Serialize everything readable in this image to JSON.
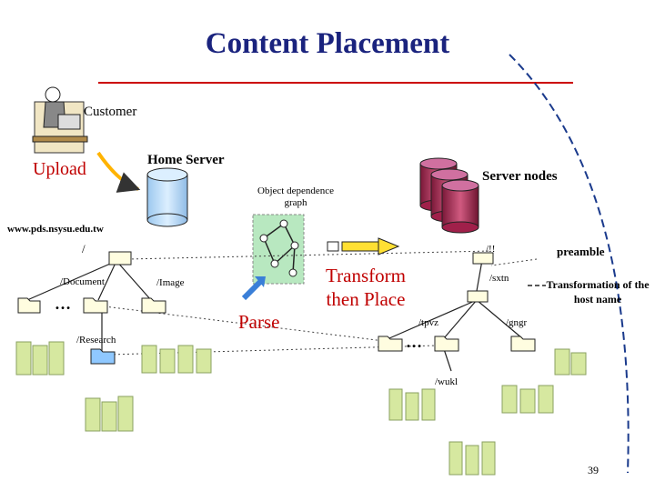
{
  "title": "Content Placement",
  "labels": {
    "customer": "Customer",
    "upload": "Upload",
    "home_server": "Home Server",
    "object_graph": "Object dependence graph",
    "server_nodes": "Server nodes",
    "domain": "www.pds.nsysu.edu.tw",
    "root": "/",
    "document": "/Document",
    "image": "/Image",
    "research": "/Research",
    "parse": "Parse",
    "transform": "Transform then Place",
    "ell1": "/!!",
    "preamble": "preamble",
    "sxtn": "/sxtn",
    "transformation": "Transformation of the host name",
    "tpvz": "/tpvz",
    "gngr": "/gngr",
    "wukl": "/wukl",
    "dots": "…"
  },
  "page_number": "39",
  "colors": {
    "title": "#1a237e",
    "rule": "#cc0000",
    "accent_red": "#c00000",
    "home_cyl": "#bfe0ff",
    "node_cyl": "#b0305a",
    "graph_bg": "#b8e8c0",
    "folder": "#fffde0",
    "doc_group": "#d6e8a0",
    "arrow_yellow": "#ffe033",
    "arc_blue": "#1a3a8c"
  }
}
